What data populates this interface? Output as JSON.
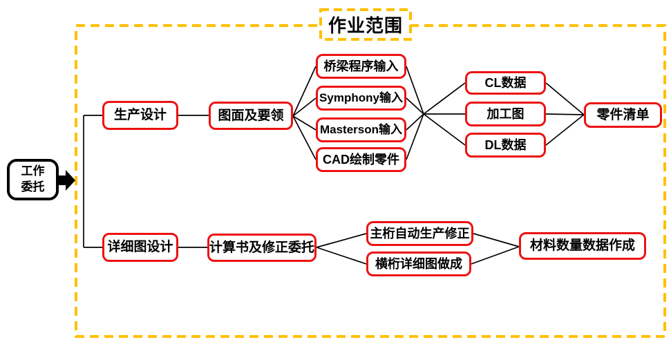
{
  "diagram": {
    "title": "作业范围",
    "colors": {
      "node_border": "#ED1111",
      "frame": "#FFC000",
      "ink": "#000000",
      "bg": "#FFFFFF"
    },
    "nodes": {
      "work_commission": "工作\n委托",
      "production_design": "生产设计",
      "drawing_essentials": "图面及要领",
      "bridge_program_input": "桥梁程序输入",
      "symphony_input": "Symphony输入",
      "masterson_input": "Masterson输入",
      "cad_parts": "CAD绘制零件",
      "cl_data": "CL数据",
      "processing_drawing": "加工图",
      "dl_data": "DL数据",
      "parts_list": "零件清单",
      "detail_design": "详细图设计",
      "calc_correction": "计算书及修正委托",
      "main_girder_correction": "主桁自动生产修正",
      "cross_girder_detail": "横桁详细图做成",
      "material_quantity": "材料数量数据作成"
    }
  }
}
